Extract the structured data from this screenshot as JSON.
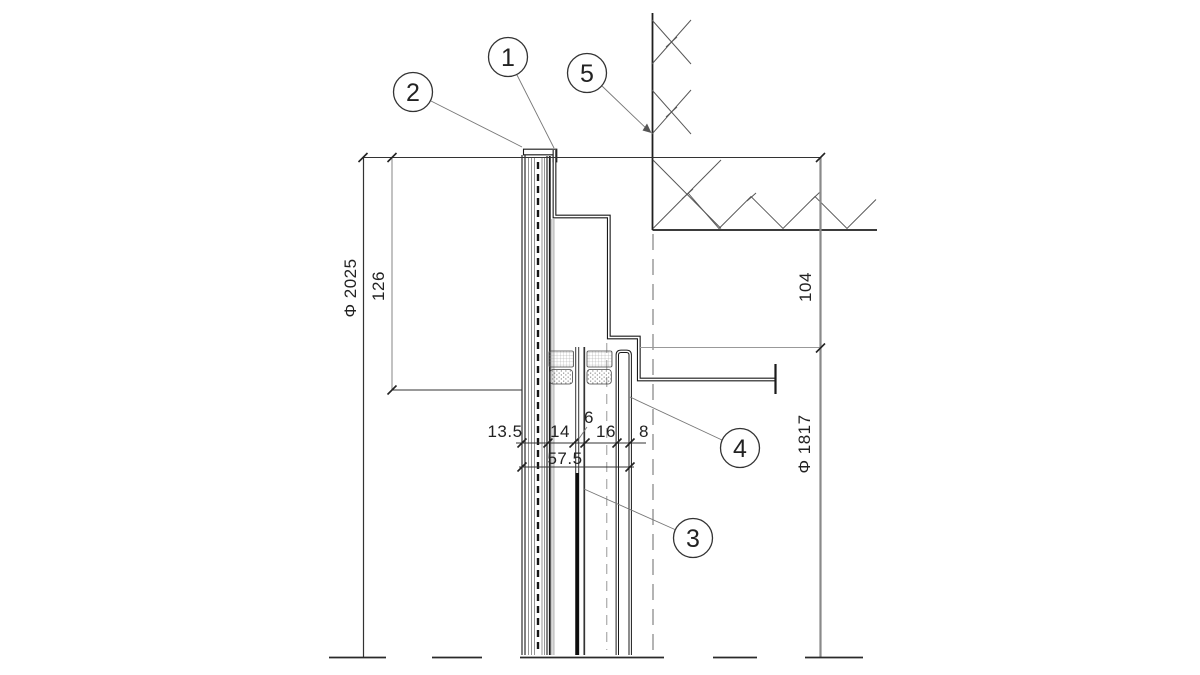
{
  "drawing": {
    "type": "construction-section-detail",
    "callouts": [
      {
        "label": "1"
      },
      {
        "label": "2"
      },
      {
        "label": "3"
      },
      {
        "label": "4"
      },
      {
        "label": "5"
      }
    ],
    "dimensions": {
      "left_outer": "Φ 2025",
      "left_inner": "126",
      "right_upper": "104",
      "right_lower": "Φ 1817",
      "chain": [
        "13.5",
        "14",
        "6",
        "16",
        "8"
      ],
      "chain_total": "57.5"
    },
    "colors": {
      "line": "#1f1f1f",
      "dim_line": "#8c8c8c",
      "hatch": "#555555",
      "centerline": "#b0b0b0",
      "background": "#ffffff"
    }
  }
}
